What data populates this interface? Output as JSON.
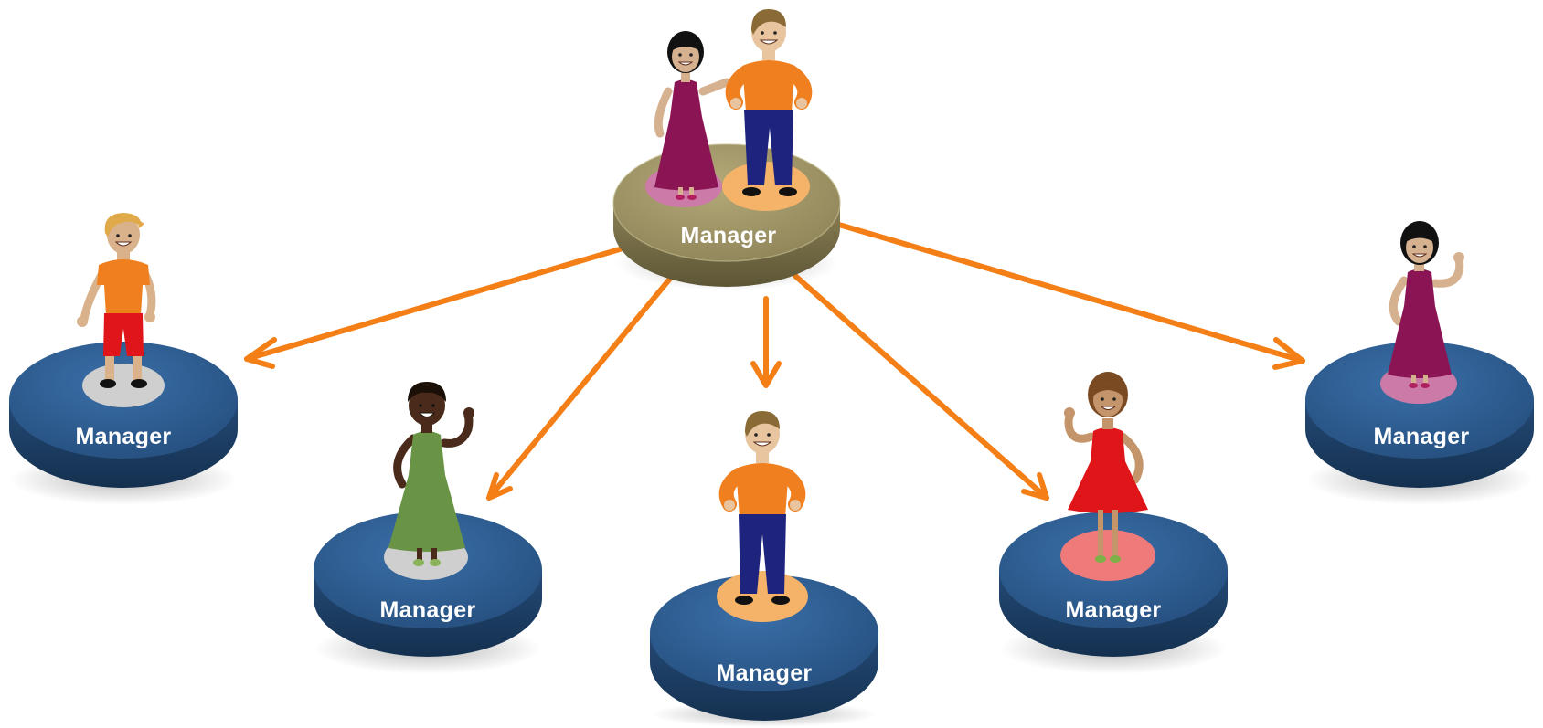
{
  "diagram": {
    "top_node": {
      "label": "Manager",
      "figures": [
        "woman-purple-dress-figure",
        "man-orange-shirt-figure"
      ]
    },
    "nodes": [
      {
        "label": "Manager",
        "figure": "boy-orange-shirt-red-shorts-figure"
      },
      {
        "label": "Manager",
        "figure": "woman-green-dress-figure"
      },
      {
        "label": "Manager",
        "figure": "man-orange-shirt-figure"
      },
      {
        "label": "Manager",
        "figure": "woman-red-dress-figure"
      },
      {
        "label": "Manager",
        "figure": "woman-purple-dress-figure"
      }
    ],
    "colors": {
      "arrow": "#F57F17",
      "top_platform": "#958B5E",
      "platform": "#2C5B8F",
      "label_text": "#FFFFFF"
    }
  }
}
